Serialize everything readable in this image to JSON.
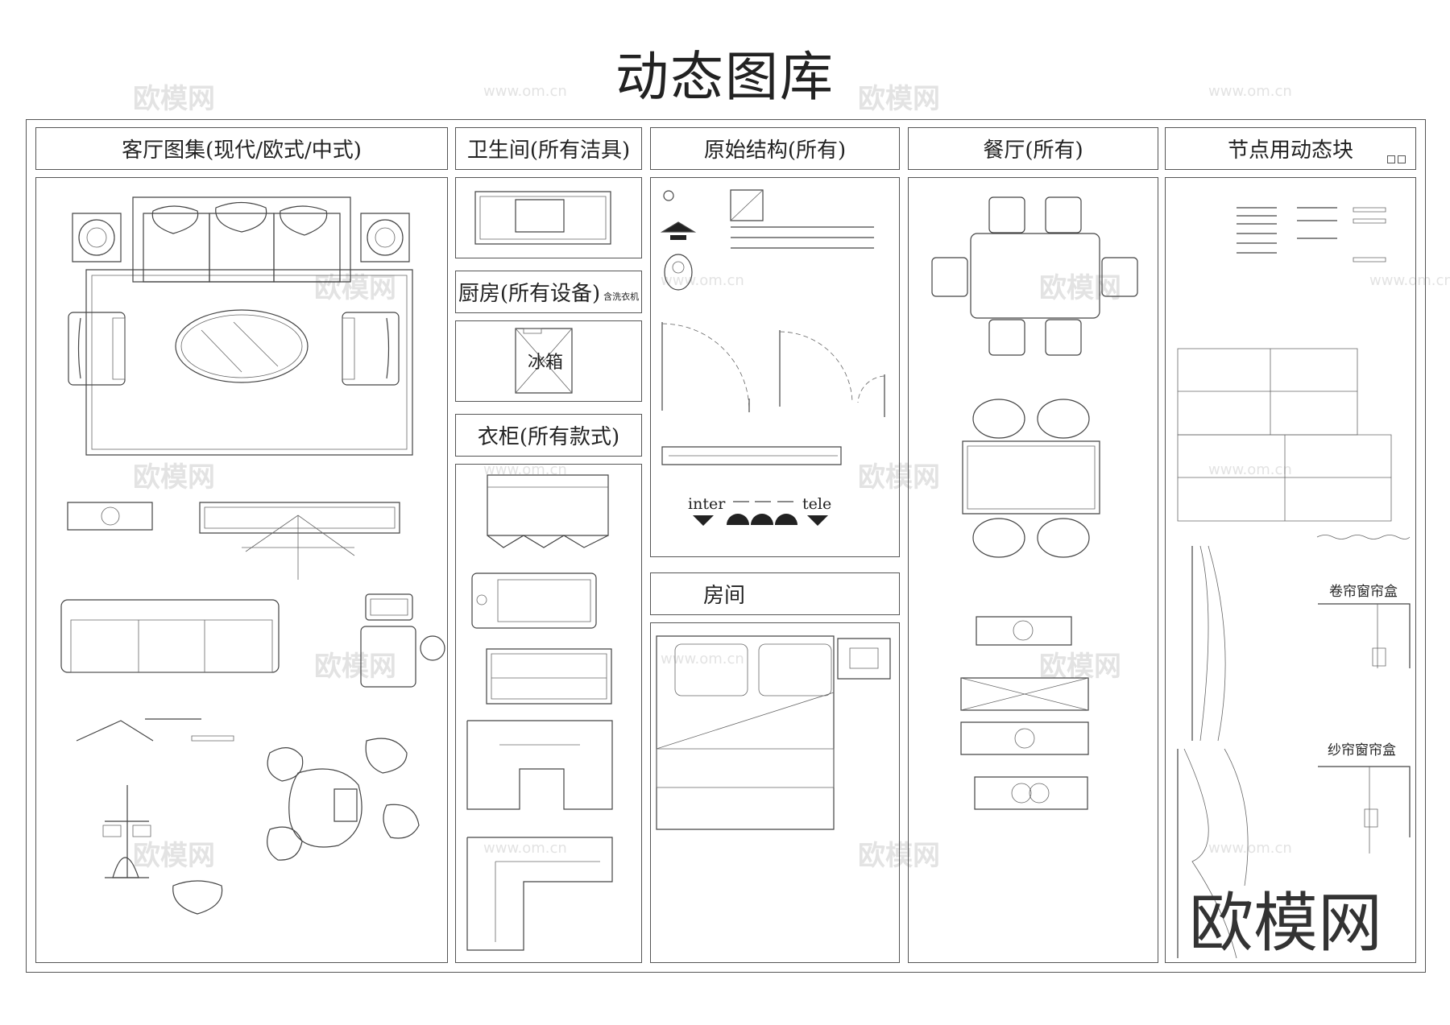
{
  "page": {
    "title": "动态图库"
  },
  "sections": {
    "living": "客厅图集(现代/欧式/中式)",
    "bathroom": "卫生间(所有洁具)",
    "kitchen": "厨房(所有设备)",
    "kitchen_note": "含洗衣机",
    "fridge": "冰箱",
    "wardrobe": "衣柜(所有款式)",
    "structure": "原始结构(所有)",
    "room": "房间",
    "dining": "餐厅(所有)",
    "node": "节点用动态块",
    "roller_box": "卷帘窗帘盒",
    "sheer_box": "纱帘窗帘盒"
  },
  "labels": {
    "inter": "inter",
    "tele": "tele"
  },
  "watermarks": {
    "brand": "欧模网",
    "url": "www.om.cn"
  },
  "brand_logo": "欧模网"
}
